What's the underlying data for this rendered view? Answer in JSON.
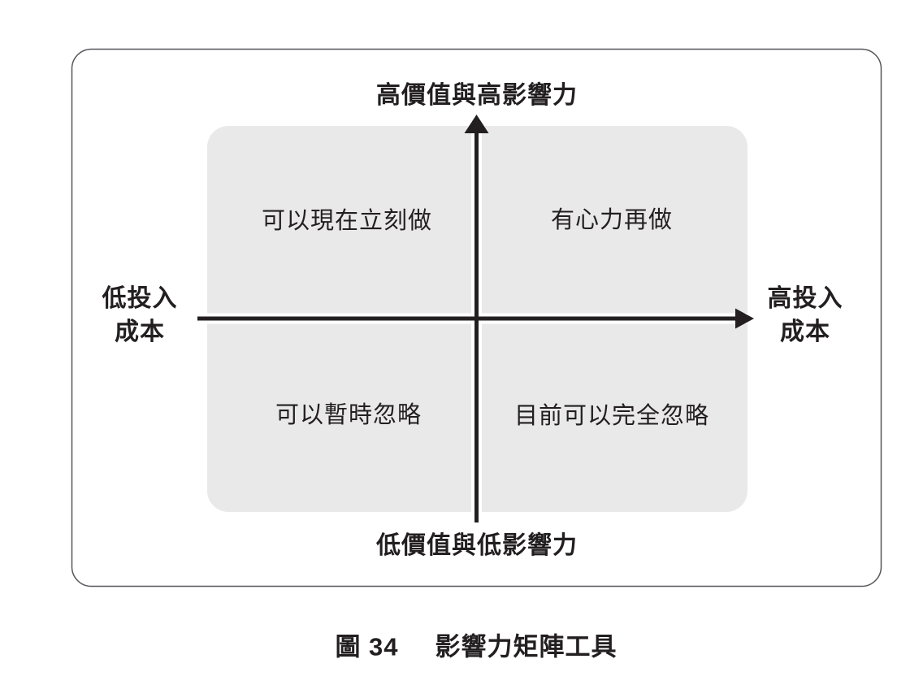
{
  "page": {
    "background": "#ffffff"
  },
  "figure": {
    "border_color": "#55565a",
    "quadrant_fill": "#e9e9e9",
    "line_color": "#231f20",
    "text_color": "#231f20",
    "axis": {
      "top_label": "高價值與高影響力",
      "bottom_label": "低價值與低影響力",
      "left_label_line1": "低投入",
      "left_label_line2": "成本",
      "right_label_line1": "高投入",
      "right_label_line2": "成本"
    },
    "quadrants": {
      "top_left": "可以現在立刻做",
      "top_right": "有心力再做",
      "bottom_left": "可以暫時忽略",
      "bottom_right": "目前可以完全忽略"
    },
    "caption": {
      "number": "圖 34",
      "title": "影響力矩陣工具"
    }
  }
}
